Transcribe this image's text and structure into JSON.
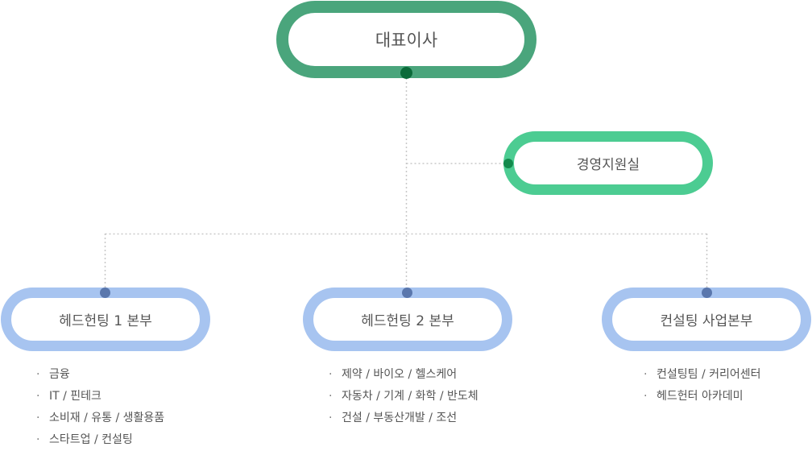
{
  "ceo": {
    "label": "대표이사"
  },
  "support_office": {
    "label": "경영지원실"
  },
  "divisions": [
    {
      "label": "헤드헌팅 1 본부",
      "items": [
        "금융",
        "IT / 핀테크",
        "소비재 / 유통 / 생활용품",
        "스타트업 / 컨설팅"
      ]
    },
    {
      "label": "헤드헌팅 2 본부",
      "items": [
        "제약 / 바이오 / 헬스케어",
        "자동차 / 기계 / 화학 / 반도체",
        "건설 / 부동산개발 / 조선"
      ]
    },
    {
      "label": "컨설팅 사업본부",
      "items": [
        "컨설팅팀 / 커리어센터",
        "헤드헌터 아카데미"
      ]
    }
  ],
  "colors": {
    "ceo_border": "#4aa57c",
    "office_border": "#4ccc92",
    "division_border": "#a7c4f0",
    "connector": "#c8c8c8"
  }
}
